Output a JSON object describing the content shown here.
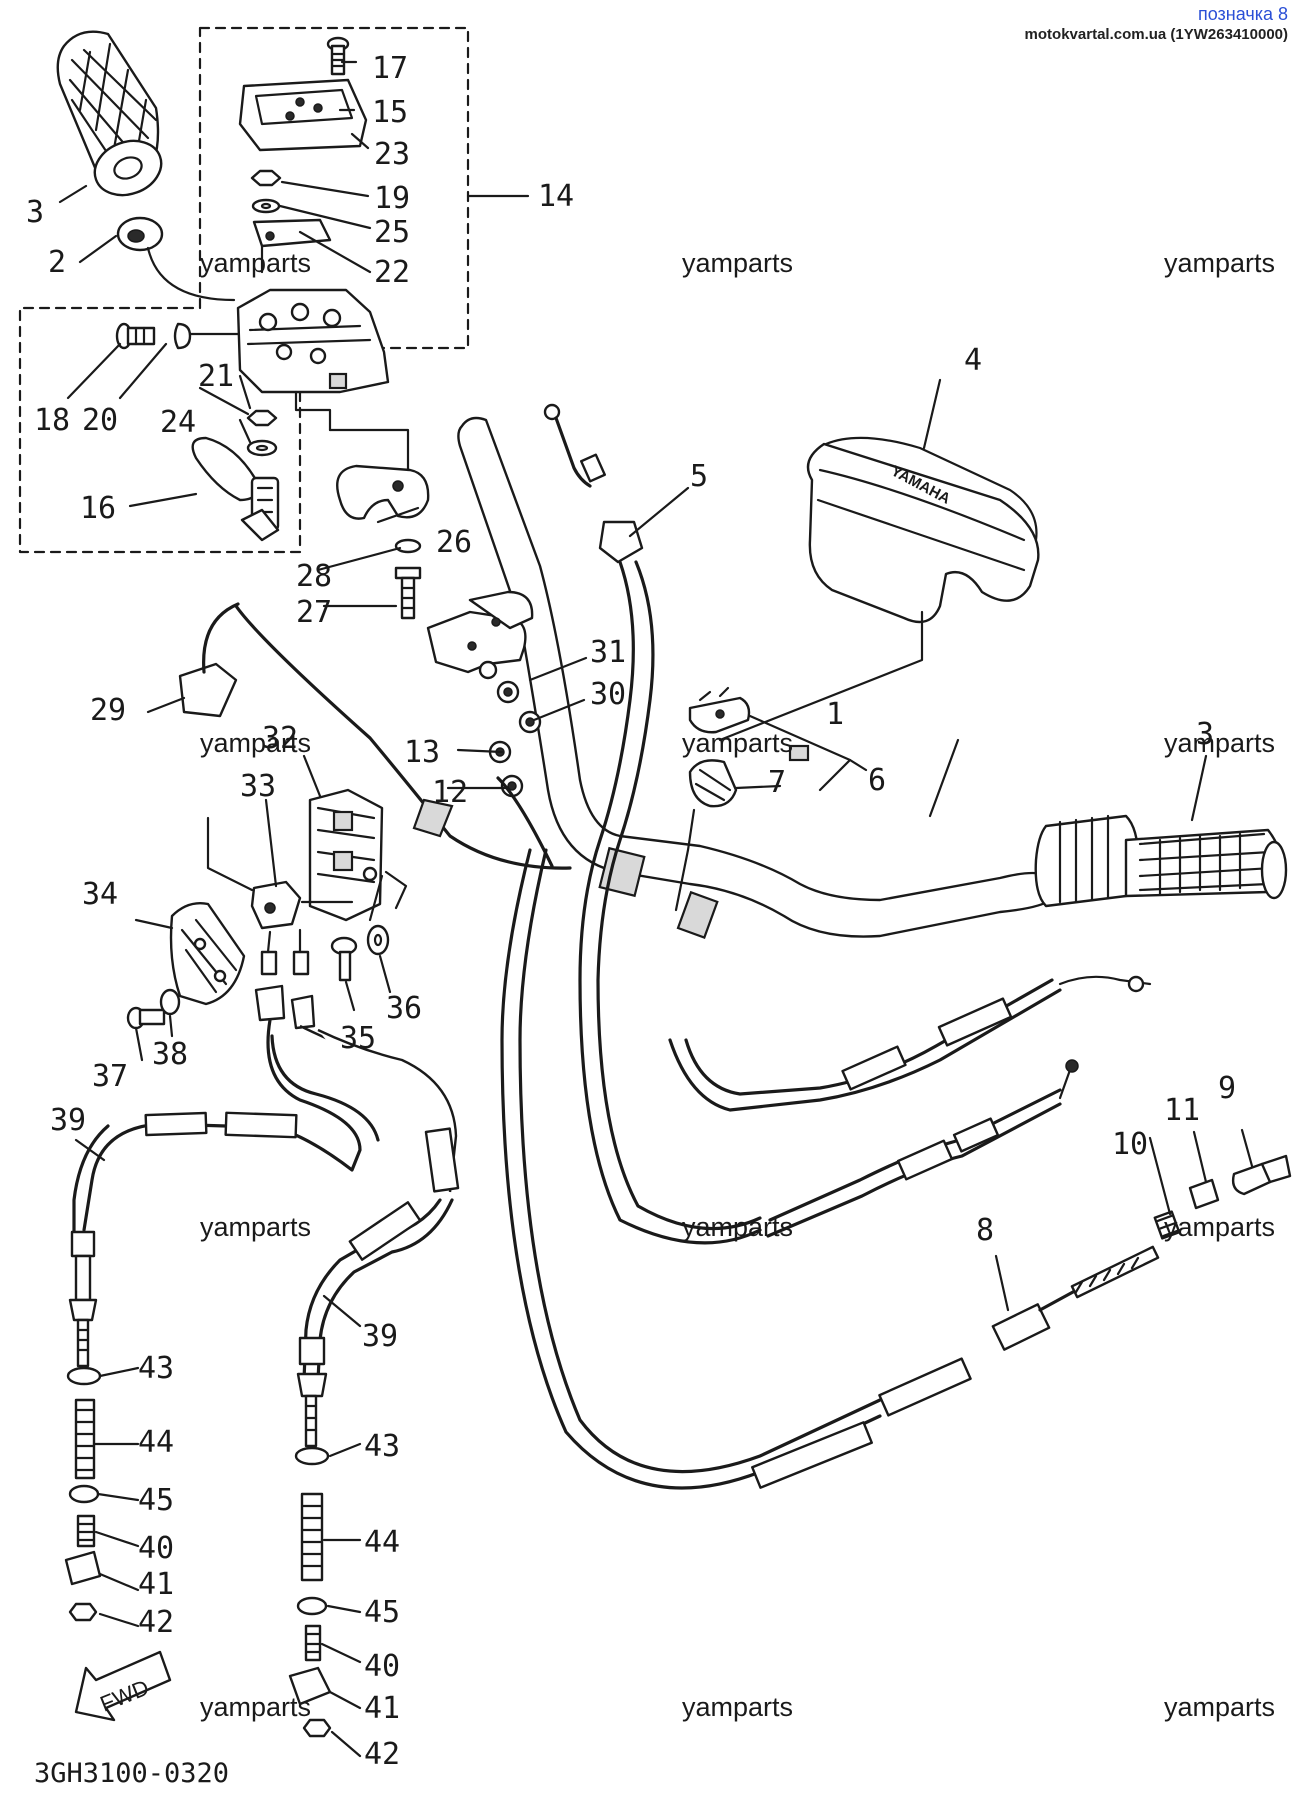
{
  "header": {
    "mark": "позначка 8",
    "site": "motokvartal.com.ua (1YW263410000)"
  },
  "watermark": "yamparts",
  "diagram_code": "3GH3100-0320",
  "fwd_label": "FWD",
  "brand_text": "YAMAHA",
  "callouts": {
    "p1": "1",
    "p2": "2",
    "p3": "3",
    "p3b": "3",
    "p4": "4",
    "p5": "5",
    "p6": "6",
    "p7": "7",
    "p8": "8",
    "p9": "9",
    "p10": "10",
    "p11": "11",
    "p12": "12",
    "p13": "13",
    "p14": "14",
    "p15": "15",
    "p16": "16",
    "p17": "17",
    "p18": "18",
    "p19": "19",
    "p20": "20",
    "p21": "21",
    "p22": "22",
    "p23": "23",
    "p24": "24",
    "p25": "25",
    "p26": "26",
    "p27": "27",
    "p28": "28",
    "p29": "29",
    "p30": "30",
    "p31": "31",
    "p32": "32",
    "p33": "33",
    "p34": "34",
    "p35": "35",
    "p36": "36",
    "p37": "37",
    "p38": "38",
    "p39": "39",
    "p39b": "39",
    "p40": "40",
    "p40b": "40",
    "p41": "41",
    "p41b": "41",
    "p42": "42",
    "p42b": "42",
    "p43": "43",
    "p43b": "43",
    "p44": "44",
    "p44b": "44",
    "p45": "45",
    "p45b": "45"
  }
}
